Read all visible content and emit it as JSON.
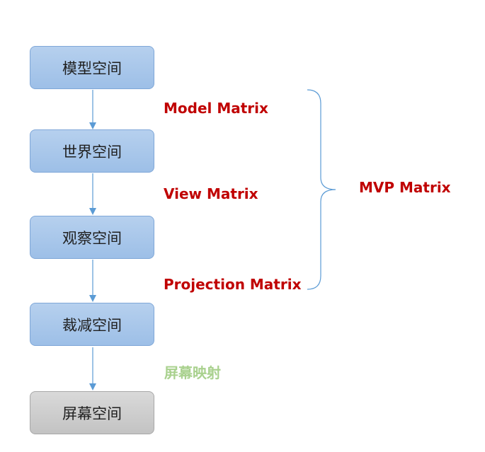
{
  "nodes": {
    "model_space": "模型空间",
    "world_space": "世界空间",
    "view_space": "观察空间",
    "clip_space": "裁减空间",
    "screen_space": "屏幕空间"
  },
  "transforms": {
    "model_matrix": "Model Matrix",
    "view_matrix": "View Matrix",
    "projection_matrix": "Projection Matrix",
    "screen_mapping": "屏幕映射"
  },
  "group_label": "MVP Matrix",
  "colors": {
    "box_blue": "#9dbfe7",
    "box_gray": "#c3c3c3",
    "arrow": "#5b9bd5",
    "matrix_text": "#c00000",
    "mapping_text": "#a9d18e"
  }
}
